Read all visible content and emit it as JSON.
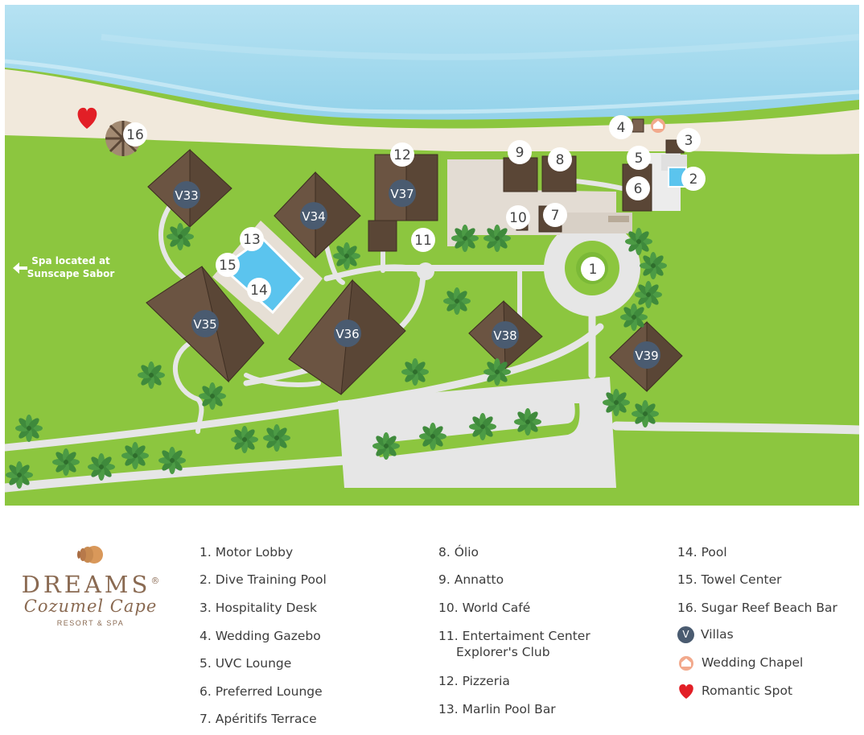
{
  "map": {
    "markers": [
      {
        "id": "m1",
        "label": "1"
      },
      {
        "id": "m2",
        "label": "2"
      },
      {
        "id": "m3",
        "label": "3"
      },
      {
        "id": "m4",
        "label": "4"
      },
      {
        "id": "m5",
        "label": "5"
      },
      {
        "id": "m6",
        "label": "6"
      },
      {
        "id": "m7",
        "label": "7"
      },
      {
        "id": "m8",
        "label": "8"
      },
      {
        "id": "m9",
        "label": "9"
      },
      {
        "id": "m10",
        "label": "10"
      },
      {
        "id": "m11",
        "label": "11"
      },
      {
        "id": "m12",
        "label": "12"
      },
      {
        "id": "m13",
        "label": "13"
      },
      {
        "id": "m14",
        "label": "14"
      },
      {
        "id": "m15",
        "label": "15"
      },
      {
        "id": "m16",
        "label": "16"
      }
    ],
    "villas": [
      "V33",
      "V34",
      "V35",
      "V36",
      "V37",
      "V38",
      "V39"
    ],
    "spa_note": {
      "line1": "Spa located at",
      "line2": "Sunscape Sabor"
    },
    "colors": {
      "grass": "#8cc63f",
      "sea": "#a6dcef",
      "sand": "#f1e9dc",
      "roof": "#5a4636",
      "path": "#e6e6e6",
      "villa_badge": "#4a5b70",
      "pool": "#5bc4ee",
      "heart": "#e21f26"
    }
  },
  "brand": {
    "name": "DREAMS",
    "reg": "®",
    "subtitle": "Cozumel Cape",
    "tagline": "RESORT & SPA"
  },
  "legend": {
    "col1": [
      "1. Motor Lobby",
      "2. Dive Training Pool",
      "3. Hospitality Desk",
      "4. Wedding Gazebo",
      "5. UVC Lounge",
      "6. Preferred Lounge",
      "7. Apéritifs Terrace"
    ],
    "col2": [
      "8. Ólio",
      "9. Annatto",
      "10. World Café"
    ],
    "col2_item11": {
      "line1": "11. Entertaiment Center",
      "line2": "Explorer's Club"
    },
    "col2_rest": [
      "12. Pizzeria",
      "13. Marlin Pool Bar"
    ],
    "col3": [
      "14. Pool",
      "15. Towel Center",
      "16. Sugar Reef Beach Bar"
    ],
    "villas_label": "Villas",
    "villas_badge": "V",
    "chapel_label": "Wedding Chapel",
    "romantic_label": "Romantic Spot"
  }
}
